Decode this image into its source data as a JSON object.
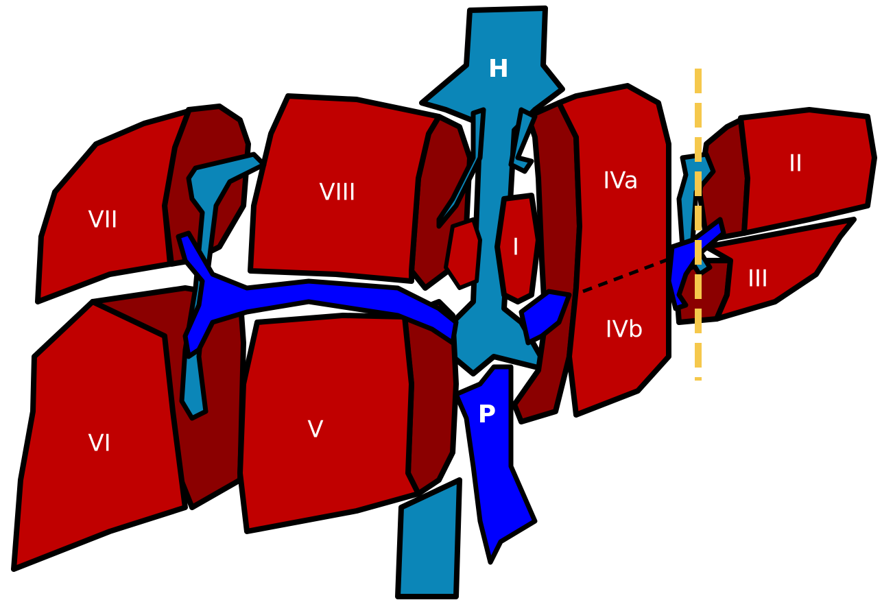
{
  "colors": {
    "segment_fill": "#c00000",
    "segment_side": "#8b0000",
    "hepatic_vein": "#0b86b8",
    "portal_vein": "#0000ff",
    "outline": "#000000",
    "label_text": "#ffffff",
    "cut_line": "#f5c84c"
  },
  "segments": {
    "I": "I",
    "II": "II",
    "III": "III",
    "IVa": "IVa",
    "IVb": "IVb",
    "V": "V",
    "VI": "VI",
    "VII": "VII",
    "VIII": "VIII"
  },
  "vessels": {
    "hepatic": "H",
    "portal": "P"
  }
}
